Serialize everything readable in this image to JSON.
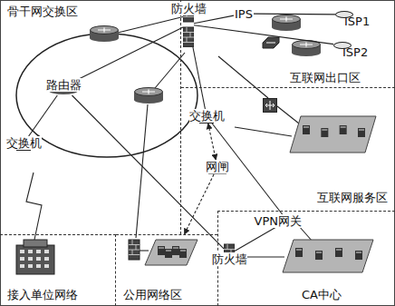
{
  "diagram": {
    "nodes": [
      {
        "text": [
          "骨干网交换区"
        ]
      },
      {
        "text": [
          "互联网出口区"
        ]
      },
      {
        "text": [
          "互联网服务区"
        ]
      },
      {
        "text": [
          "接入单位网络"
        ]
      },
      {
        "text": [
          "公用网络区"
        ]
      },
      {
        "text": [
          "CA中心"
        ]
      },
      {
        "text": [
          "防火墙"
        ],
        "in": 1
      },
      {
        "text": [
          "IPS"
        ],
        "in": 1
      },
      {
        "text": [
          "ISP1"
        ],
        "in": 1
      },
      {
        "text": [
          "ISP2"
        ],
        "in": 1
      },
      {
        "text": [
          "路由器"
        ],
        "in": 0
      },
      {
        "text": [
          "交换机"
        ],
        "in": 0
      },
      {
        "text": [
          "交换机"
        ],
        "in": 2
      },
      {
        "text": [
          "网闸"
        ],
        "in": 2
      },
      {
        "text": [
          "VPN网关"
        ],
        "in": 5
      },
      {
        "text": [
          "防火墙"
        ],
        "in": 5
      }
    ],
    "edges": [
      {
        "from": 6,
        "to": 7,
        "arrow": "none"
      },
      {
        "from": 7,
        "to": 8,
        "arrow": "none"
      },
      {
        "from": 6,
        "to": 9,
        "arrow": "none"
      },
      {
        "from": 10,
        "to": 11,
        "arrow": "none"
      },
      {
        "from": 10,
        "to": 6,
        "arrow": "none"
      },
      {
        "from": 6,
        "to": 12,
        "arrow": "none"
      },
      {
        "from": 12,
        "to": 13,
        "arrow": "both"
      },
      {
        "from": 13,
        "to": 4,
        "arrow": "to"
      },
      {
        "from": 10,
        "to": 15,
        "arrow": "none"
      },
      {
        "from": 12,
        "to": 14,
        "arrow": "none"
      },
      {
        "from": 14,
        "to": 15,
        "arrow": "none"
      }
    ]
  }
}
